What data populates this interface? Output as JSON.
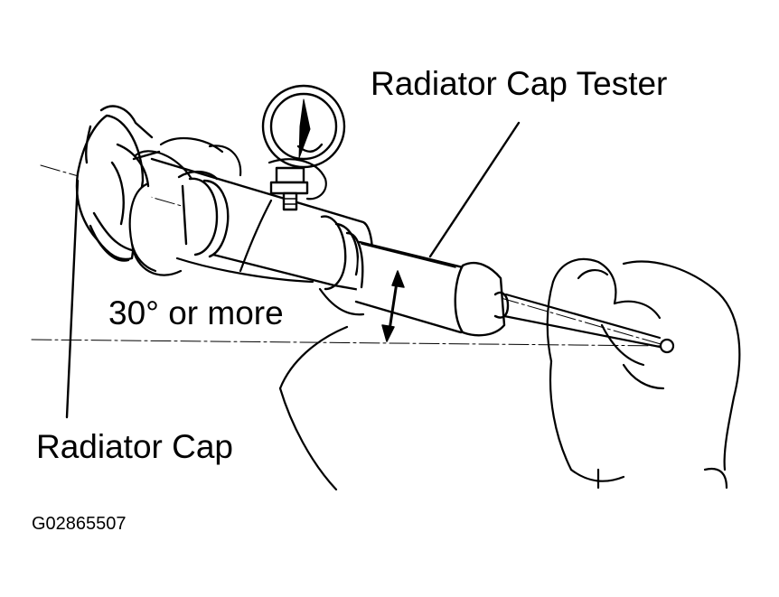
{
  "labels": {
    "tester": "Radiator Cap Tester",
    "angle": "30° or more",
    "cap": "Radiator Cap",
    "figure_code": "G02865507"
  },
  "colors": {
    "ink": "#000000",
    "paper": "#ffffff"
  },
  "icons": {
    "angle_indicator": "double-headed-arrow",
    "gauge": "pressure-gauge"
  }
}
